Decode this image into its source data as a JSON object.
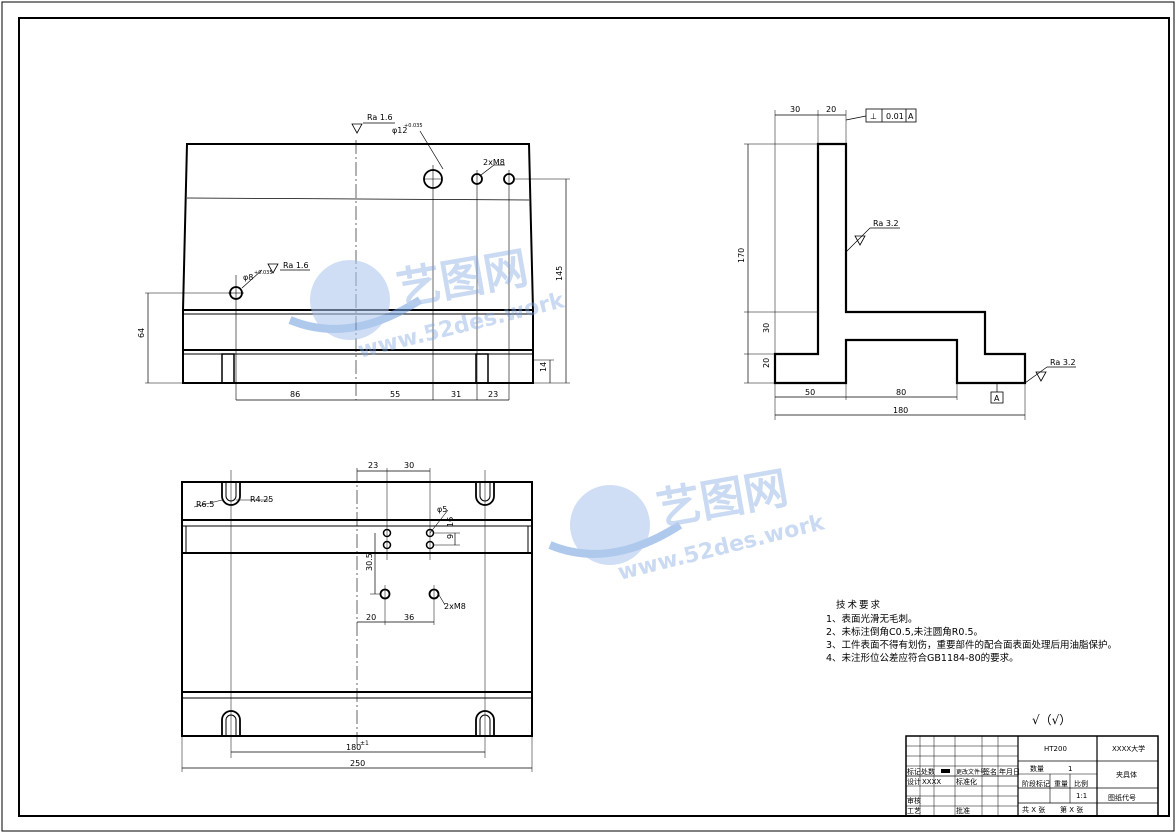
{
  "front_view": {
    "roughness_top": "Ra 1.6",
    "hole_big": "φ12",
    "hole_big_tol": "+0.035",
    "thread_label": "2xM8",
    "roughness_left": "Ra 1.6",
    "hole_small": "φ8",
    "hole_small_tol": "+0.035",
    "dim_height_left": "64",
    "dim_height_right": "145",
    "dim_step": "14",
    "dim_bottom": [
      "86",
      "55",
      "31",
      "23"
    ]
  },
  "side_view": {
    "dim_top": [
      "30",
      "20"
    ],
    "flatness_symbol": "⊥",
    "flatness_value": "0.01",
    "flatness_datum": "A",
    "roughness_mid": "Ra 3.2",
    "roughness_right": "Ra 3.2",
    "dim_left": [
      "170",
      "30",
      "20"
    ],
    "dim_bottom": [
      "50",
      "80"
    ],
    "dim_total": "180",
    "datum": "A"
  },
  "top_view": {
    "dim_top": [
      "23",
      "30"
    ],
    "radius_outer": "R6.5",
    "radius_inner": "R4.25",
    "hole_label": "φ5",
    "dim_inner_v": [
      "9",
      "16"
    ],
    "dim_30_5": "30.5",
    "dim_20": "20",
    "dim_36": "36",
    "thread_label": "2xM8",
    "dim_180": "180",
    "dim_180_tol": "±1",
    "dim_250": "250"
  },
  "tech_requirements": {
    "title": "技术要求",
    "items": [
      "1、表面光滑无毛刺。",
      "2、未标注倒角C0.5,未注圆角R0.5。",
      "3、工件表面不得有划伤，重要部件的配合面表面处理后用油脂保护。",
      "4、未注形位公差应符合GB1184-80的要求。"
    ]
  },
  "roughness_general": "√（√）",
  "title_block": {
    "material": "HT200",
    "school": "XXXX大学",
    "quantity_label": "数量",
    "quantity": "1",
    "part_name": "夹具体",
    "stage_label": "阶段标记",
    "weight_label": "重量",
    "scale_label": "比例",
    "scale": "1:1",
    "drawing_no": "图纸代号",
    "sheet_info": "共 X 张",
    "sheet_page": "第 X 张",
    "rows": [
      "标记",
      "处数",
      "分区",
      "更改文件号",
      "签名",
      "年月日"
    ],
    "designer_label": "设计",
    "designer": "XXXX",
    "std_label": "标准化",
    "review_label": "审核",
    "process_label": "工艺",
    "approve_label": "批准"
  },
  "watermark": {
    "brand": "艺图网",
    "url": "www.52des.work"
  }
}
